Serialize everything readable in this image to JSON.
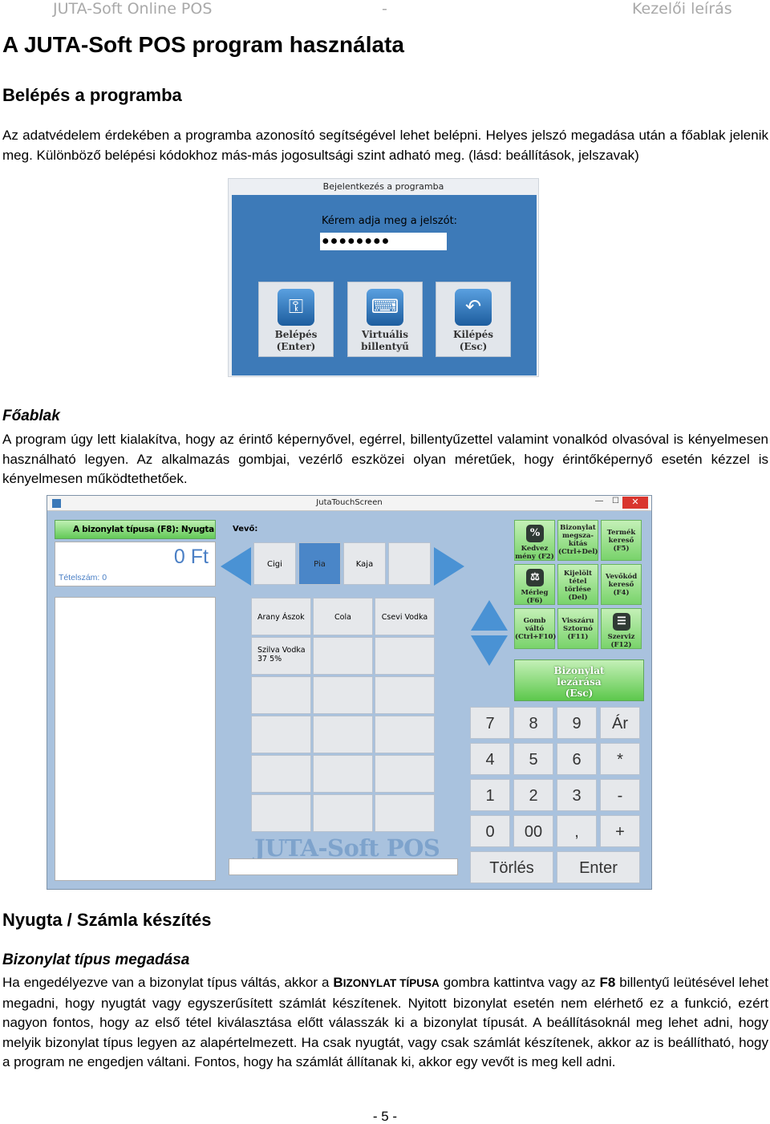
{
  "header": {
    "left": "JUTA-Soft Online POS",
    "center": "-",
    "right": "Kezelői leírás"
  },
  "title": "A JUTA-Soft POS program használata",
  "login_section": {
    "heading": "Belépés a programba",
    "para1": "Az adatvédelem érdekében a programba azonosító segítségével lehet belépni. Helyes jelszó megadása után a főablak jelenik meg. Különböző belépési kódokhoz más-más jogosultsági szint adható meg. (lásd: beállítások, jelszavak)"
  },
  "login_dialog": {
    "title": "Bejelentkezés a programba",
    "prompt": "Kérem adja meg a jelszót:",
    "password": "●●●●●●●●",
    "buttons": [
      {
        "l1": "Belépés",
        "l2": "(Enter)",
        "icon": "key-icon"
      },
      {
        "l1": "Virtuális",
        "l2": "billentyű",
        "icon": "keyboard-icon"
      },
      {
        "l1": "Kilépés",
        "l2": "(Esc)",
        "icon": "back-arrow-icon"
      }
    ]
  },
  "main_window_section": {
    "heading": "Főablak",
    "para": "A program úgy lett kialakítva, hogy az érintő képernyővel, egérrel, billentyűzettel valamint vonalkód olvasóval is kényelmesen használható legyen. Az alkalmazás gombjai, vezérlő eszközei olyan méretűek, hogy érintőképernyő esetén kézzel is kényelmesen működtethetőek."
  },
  "pos": {
    "window_title": "JutaTouchScreen",
    "doc_type": "A bizonylat típusa (F8): Nyugta",
    "total": "0 Ft",
    "item_count": "Tételszám: 0",
    "buyer_label": "Vevő:",
    "categories": [
      "Cigi",
      "Pia",
      "Kaja"
    ],
    "products": [
      "Arany Ászok",
      "Cola",
      "Csevi Vodka"
    ],
    "product4": {
      "l1": "Szilva Vodka",
      "l2": "37 5%"
    },
    "logo": "JUTA-Soft POS",
    "fkeys": [
      {
        "l1": "Kedvez",
        "l2": "mény (F2)",
        "icon": "discount-icon"
      },
      {
        "l1": "Bizonylat",
        "l2": "megsza-",
        "l3": "kítás",
        "l4": "(Ctrl+Del)"
      },
      {
        "l1": "Termék",
        "l2": "kereső",
        "l3": "(F5)"
      },
      {
        "l1": "Mérleg",
        "l2": "(F6)",
        "icon": "scale-icon"
      },
      {
        "l1": "Kijelölt",
        "l2": "tétel",
        "l3": "törlése",
        "l4": "(Del)"
      },
      {
        "l1": "Vevőkód",
        "l2": "kereső",
        "l3": "(F4)"
      },
      {
        "l1": "Gomb",
        "l2": "váltó",
        "l3": "(Ctrl+F10)"
      },
      {
        "l1": "Visszáru",
        "l2": "Sztornó",
        "l3": "(F11)"
      },
      {
        "l1": "Szerviz",
        "l2": "(F12)",
        "icon": "settings-icon"
      }
    ],
    "close_doc": {
      "l1": "Bizonylat",
      "l2": "lezárása",
      "l3": "(Esc)"
    },
    "numpad": [
      "7",
      "8",
      "9",
      "Ár",
      "4",
      "5",
      "6",
      "*",
      "1",
      "2",
      "3",
      "-",
      "0",
      "00",
      ",",
      "+"
    ],
    "delete_key": "Törlés",
    "enter_key": "Enter"
  },
  "receipt_section": {
    "heading": "Nyugta / Számla készítés",
    "subheading": "Bizonylat típus megadása",
    "p_a": "Ha engedélyezve van a bizonylat típus váltás, akkor a ",
    "p_b1": "B",
    "p_b2": "IZONYLAT TÍPUSA",
    "p_c": " gombra kattintva vagy az ",
    "p_d": "F8",
    "p_e": " billentyű leütésével lehet megadni, hogy nyugtát vagy egyszerűsített számlát készítenek. Nyitott bizonylat esetén nem elérhető ez a funkció, ezért nagyon fontos, hogy az első tétel kiválasztása előtt válasszák ki a bizonylat típusát. A beállításoknál meg lehet adni, hogy melyik bizonylat típus legyen az alapértelmezett. Ha csak nyugtát, vagy csak számlát készítenek, akkor az is beállítható, hogy a program ne engedjen váltani. Fontos, hogy ha számlát állítanak ki, akkor egy vevőt is meg kell adni."
  },
  "page_number": "- 5 -"
}
